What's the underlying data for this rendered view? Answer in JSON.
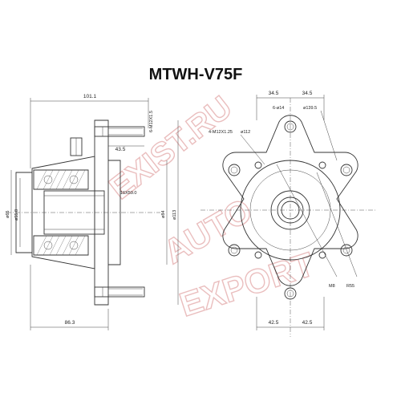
{
  "title": "MTWH-V75F",
  "watermark": {
    "line1": "EXIST.RU",
    "line2": "AUTO",
    "line3": "EXPORT",
    "color": "#d98a8a"
  },
  "side_view": {
    "dim_length": "101.1",
    "dim_stud_len": "43.5",
    "dim_base": "86.3",
    "stud_spec": "6-M12X1.5",
    "bore_dia": "ø65",
    "seal_dia": "ø55.8",
    "flange_dia": "ø84",
    "outer_dia": "ø113",
    "spline": "16X59.0"
  },
  "front_view": {
    "dim_top_left": "34.5",
    "dim_top_right": "34.5",
    "holes": "6-ø14",
    "pcd": "ø139.5",
    "thread_holes": "4-M12X1.25",
    "center_dia": "ø112",
    "dim_bottom_left": "42.5",
    "dim_bottom_right": "42.5",
    "label_m8": "M8",
    "label_r55": "R55"
  }
}
